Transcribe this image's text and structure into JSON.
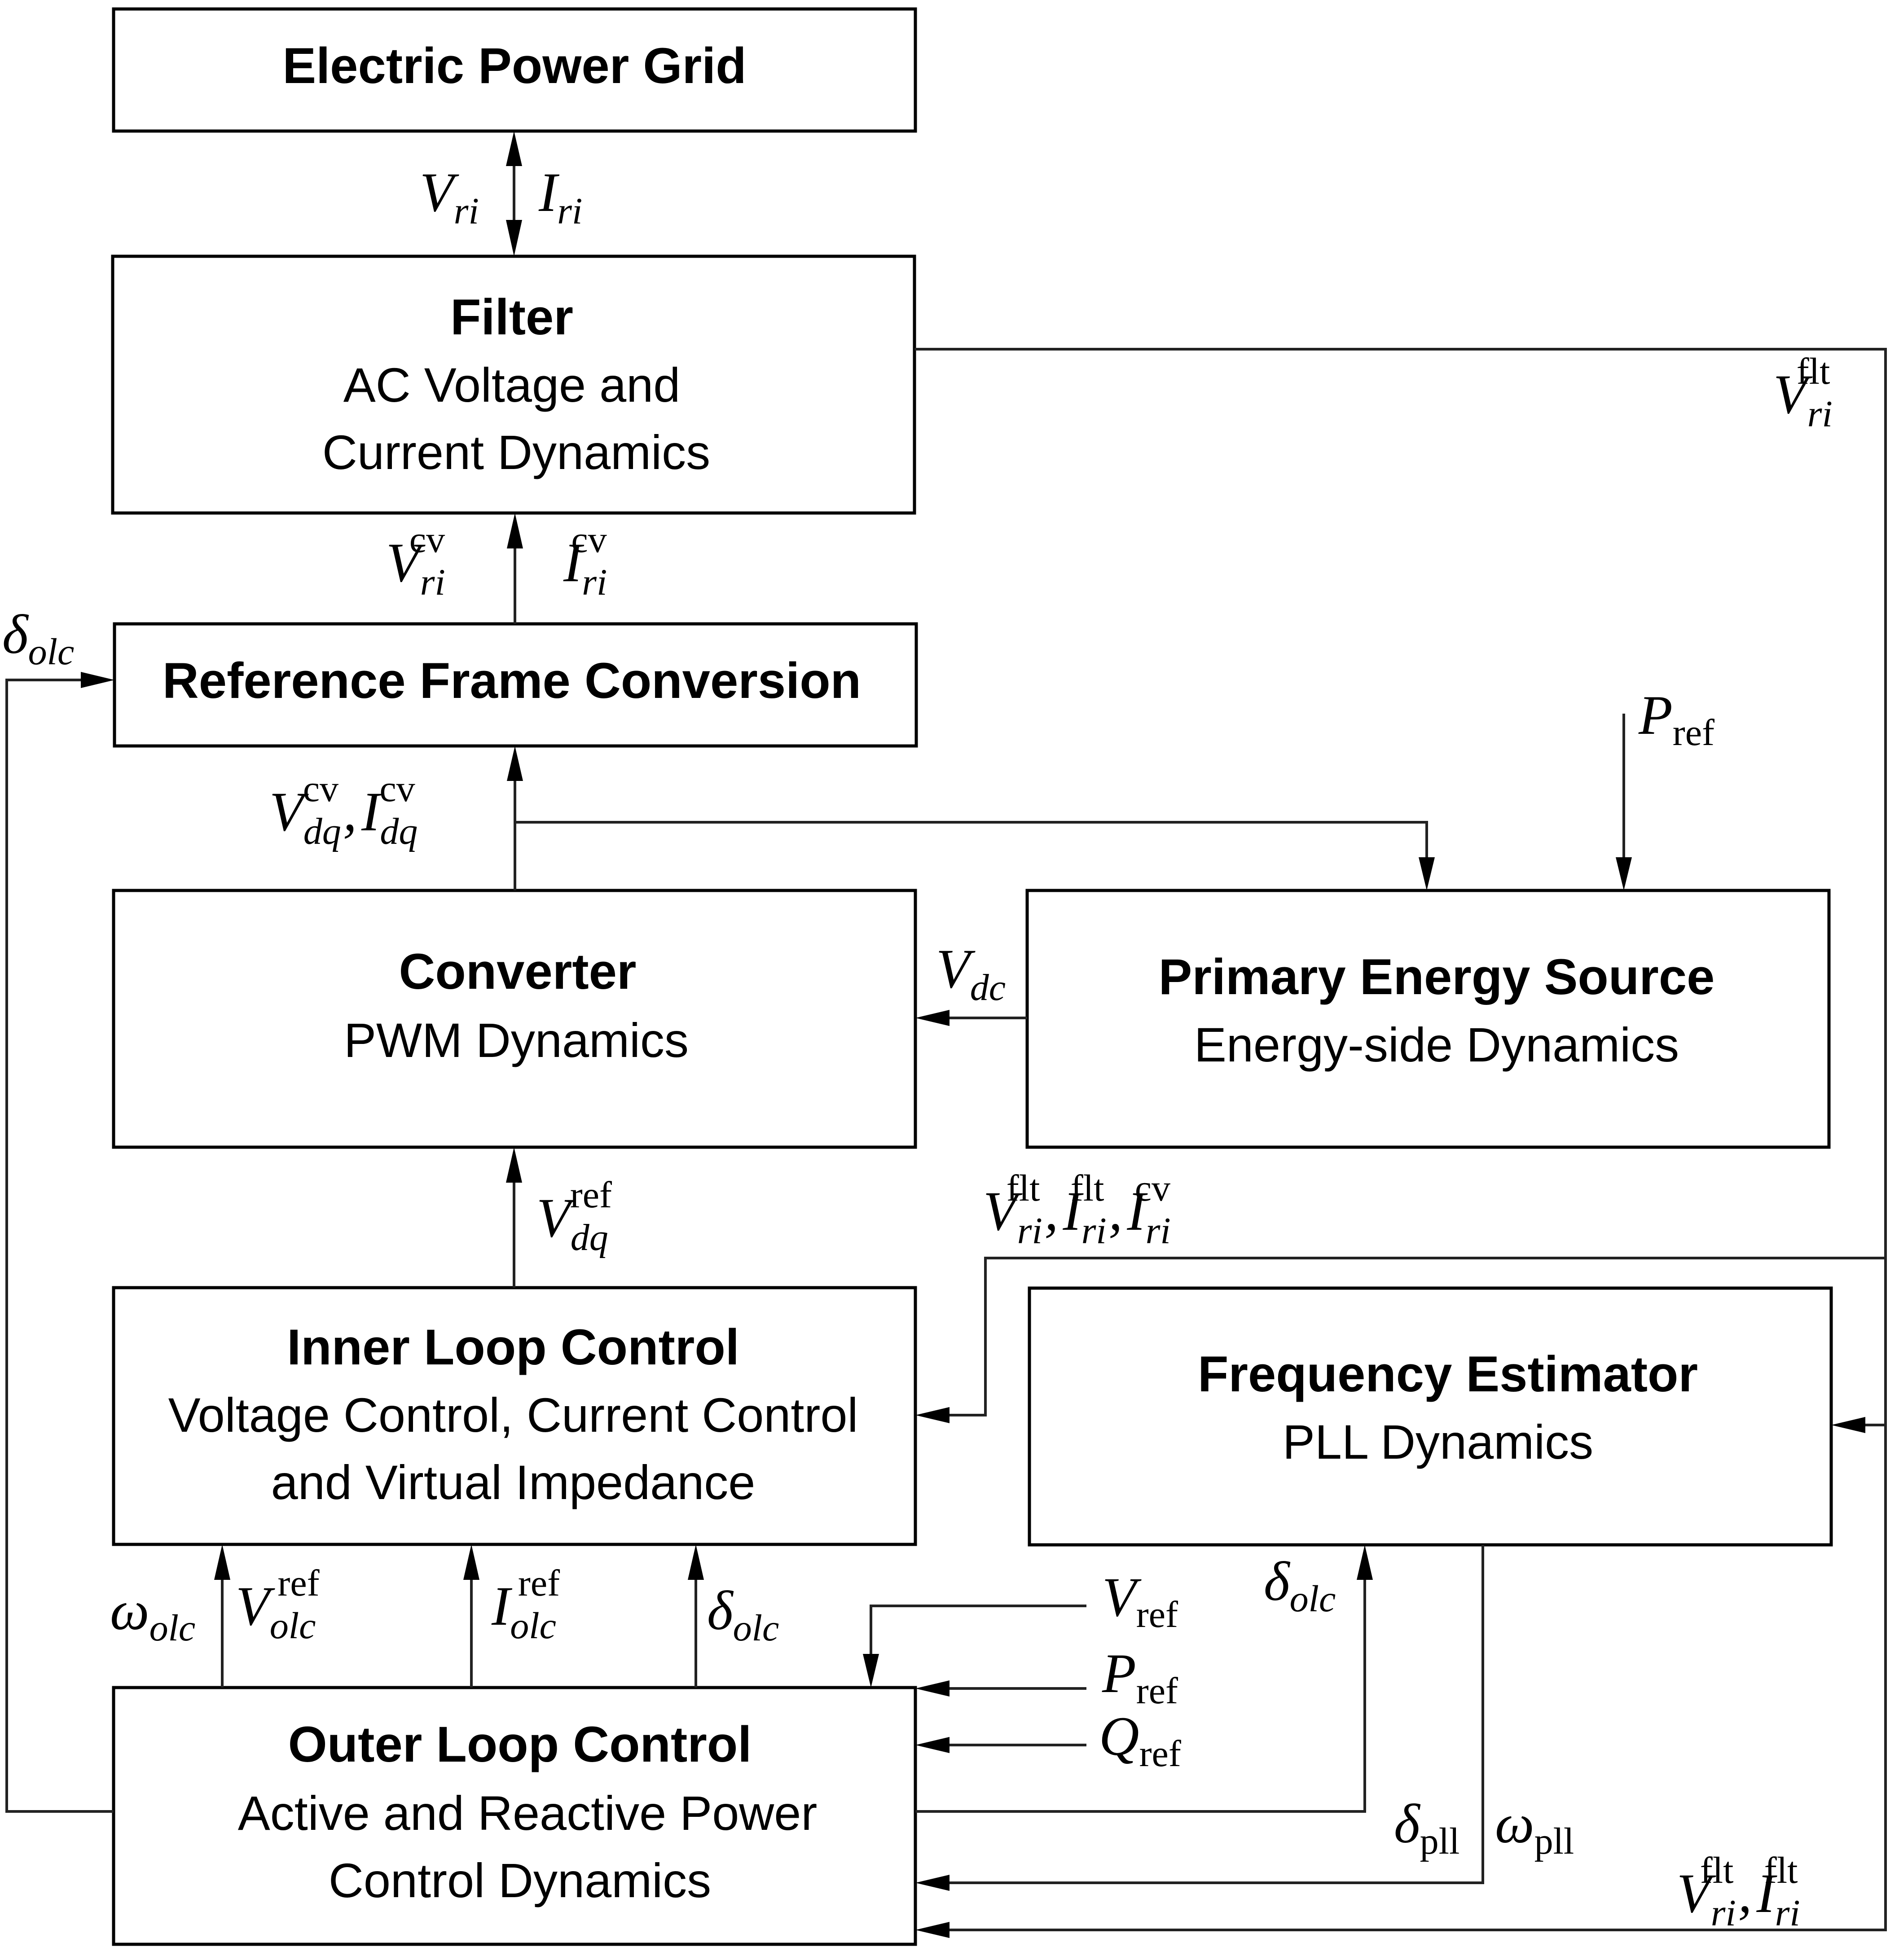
{
  "blocks": {
    "grid": {
      "title": "Electric Power Grid"
    },
    "filter": {
      "title": "Filter",
      "line1": "AC Voltage and",
      "line2": "Current Dynamics"
    },
    "rfc": {
      "title": "Reference Frame Conversion"
    },
    "converter": {
      "title": "Converter",
      "line1": "PWM Dynamics"
    },
    "pes": {
      "title": "Primary Energy Source",
      "line1": "Energy-side Dynamics"
    },
    "ilc": {
      "title": "Inner Loop Control",
      "line1": "Voltage Control, Current Control",
      "line2": "and Virtual Impedance"
    },
    "fe": {
      "title": "Frequency Estimator",
      "line1": "PLL Dynamics"
    },
    "olc": {
      "title": "Outer Loop Control",
      "line1": "Active and Reactive Power",
      "line2": "Control Dynamics"
    }
  },
  "signals": {
    "V": "V",
    "I": "I",
    "P": "P",
    "Q": "Q",
    "delta": "δ",
    "omega": "ω",
    "comma": ",",
    "ri": "ri",
    "dq": "dq",
    "olc": "olc",
    "dc": "dc",
    "cv": "cv",
    "flt": "flt",
    "ref": "ref",
    "pll": "pll"
  }
}
